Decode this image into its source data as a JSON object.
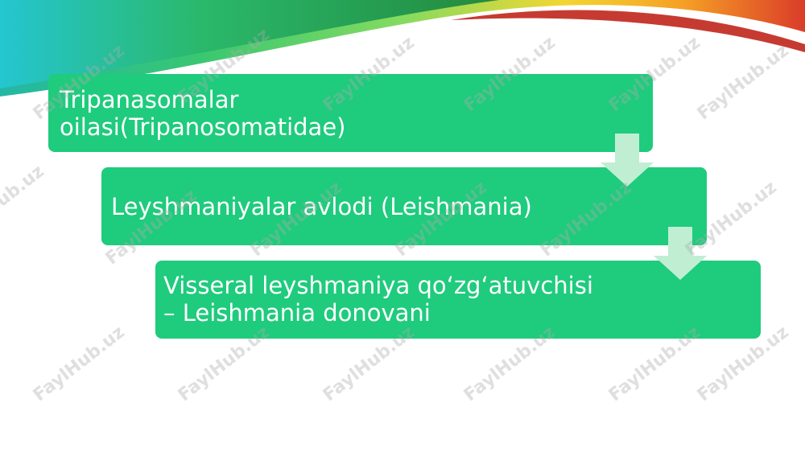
{
  "colors": {
    "box_fill": "#1fcb7d",
    "arrow_fill": "#bfeed3",
    "text": "#ffffff",
    "watermark": "#aaaaaa"
  },
  "diagram": {
    "boxes": [
      {
        "text": "Tripanasomalar\noilasi(Tripanosomatidae)"
      },
      {
        "text": "Leyshmaniyalar avlodi (Leishmania)"
      },
      {
        "text": "Visseral leyshmaniya qo‘zg‘atuvchisi\n–    Leishmania donovani"
      }
    ],
    "arrows": [
      "down-arrow",
      "down-arrow"
    ]
  },
  "watermark": {
    "text": "FaylHub.uz"
  }
}
